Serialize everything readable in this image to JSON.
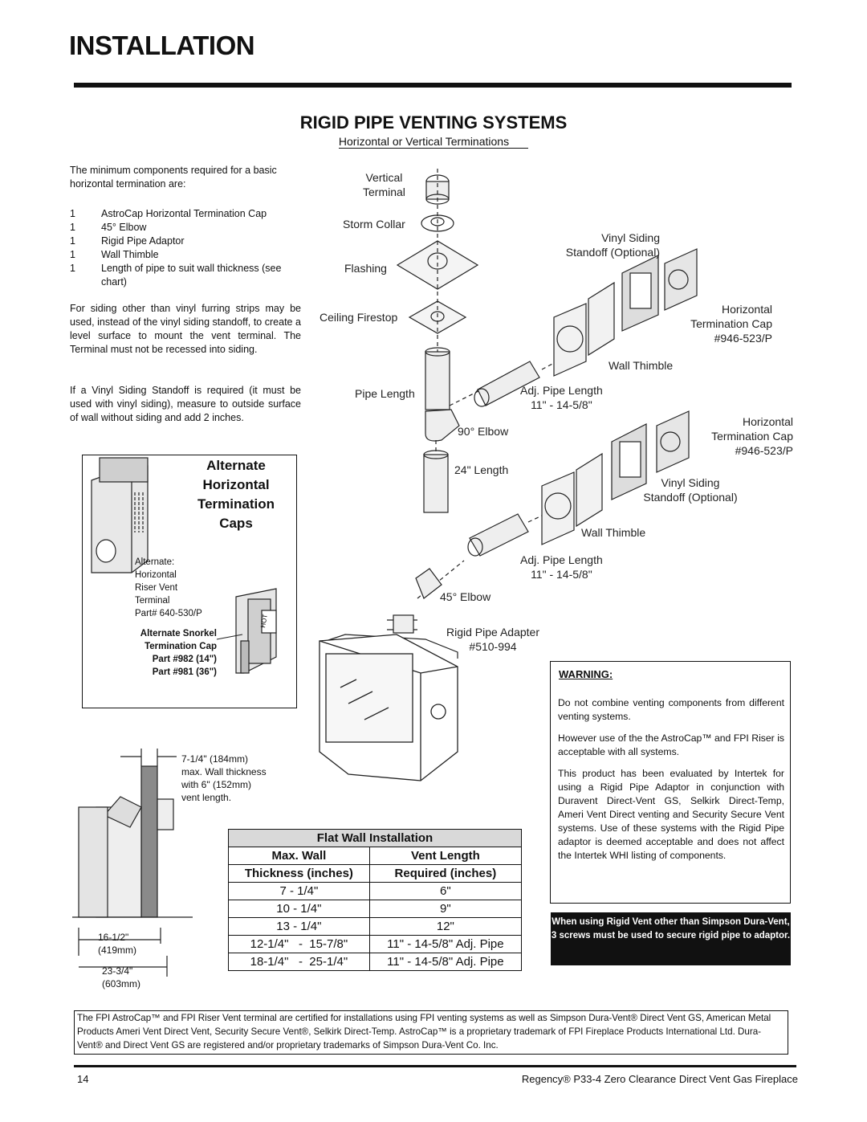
{
  "header": {
    "title": "INSTALLATION"
  },
  "section": {
    "title": "RIGID PIPE VENTING SYSTEMS",
    "subtitle": "Horizontal or Vertical Terminations"
  },
  "intro": "The minimum components required for a basic horizontal termination are:",
  "components": [
    {
      "qty": "1",
      "text": "AstroCap  Horizontal Termination Cap"
    },
    {
      "qty": "1",
      "text": "45° Elbow"
    },
    {
      "qty": "1",
      "text": "Rigid Pipe Adaptor"
    },
    {
      "qty": "1",
      "text": "Wall Thimble"
    },
    {
      "qty": "1",
      "text": "Length of pipe to suit wall thickness (see chart)"
    }
  ],
  "siding_text": "For siding other than vinyl furring strips may be used, instead of the vinyl siding standoff, to create a level surface to mount the vent terminal. The Terminal must not be recessed into siding.",
  "standoff_text": "If a Vinyl Siding Standoff is required (it must be used with vinyl siding), measure to outside surface of wall without siding and add 2 inches.",
  "alt_box": {
    "title_lines": [
      "Alternate",
      "Horizontal",
      "Termination",
      "Caps"
    ],
    "riser_lines": [
      "Alternate:",
      "Horizontal",
      "Riser Vent",
      "Terminal",
      "Part# 640-530/P"
    ],
    "snorkel_lines": [
      "Alternate Snorkel",
      "Termination Cap",
      "Part #982 (14\")",
      "Part #981 (36\")"
    ],
    "hot": "HOT"
  },
  "diagram_labels": {
    "vertical_terminal": [
      "Vertical",
      "Terminal"
    ],
    "storm_collar": "Storm Collar",
    "flashing": "Flashing",
    "ceiling_firestop": "Ceiling Firestop",
    "pipe_length": "Pipe Length",
    "elbow90": "90° Elbow",
    "length24": "24\" Length",
    "adj1": [
      "Adj. Pipe Length",
      "11\" - 14-5/8\""
    ],
    "vinyl1": [
      "Vinyl Siding",
      "Standoff (Optional)"
    ],
    "horiz1": [
      "Horizontal",
      "Termination Cap",
      "#946-523/P"
    ],
    "thimble1": "Wall Thimble",
    "horiz2": [
      "Horizontal",
      "Termination Cap",
      "#946-523/P"
    ],
    "vinyl2": [
      "Vinyl Siding",
      "Standoff (Optional)"
    ],
    "thimble2": "Wall Thimble",
    "adj2": [
      "Adj. Pipe Length",
      "11\" - 14-5/8\""
    ],
    "elbow45": "45° Elbow",
    "adapter": [
      "Rigid Pipe Adapter",
      "#510-994"
    ]
  },
  "wall_diagram": {
    "thickness": [
      "7-1/4\" (184mm)",
      "max. Wall thickness",
      "with 6\" (152mm)",
      "vent length."
    ],
    "dim1": [
      "16-1/2\"",
      "(419mm)"
    ],
    "dim2": [
      "23-3/4\"",
      "(603mm)"
    ]
  },
  "flat_table": {
    "caption": "Flat Wall Installation",
    "headers": [
      [
        "Max. Wall",
        "Thickness (inches)"
      ],
      [
        "Vent Length",
        "Required (inches)"
      ]
    ],
    "rows": [
      [
        "7 - 1/4\"",
        "6\""
      ],
      [
        "10 - 1/4\"",
        "9\""
      ],
      [
        "13 - 1/4\"",
        "12\""
      ],
      [
        "12-1/4\"   -  15-7/8\"",
        "11\" - 14-5/8\" Adj. Pipe"
      ],
      [
        "18-1/4\"   -  25-1/4\"",
        "11\" - 14-5/8\" Adj. Pipe"
      ]
    ]
  },
  "warning": {
    "heading": "WARNING:",
    "p1": "Do not combine venting components from different venting systems.",
    "p2": "However use of the the AstroCap™ and FPI Riser is acceptable with all systems.",
    "p3": "This product has been evaluated by Intertek for using a Rigid Pipe Adaptor in conjunction with Duravent Direct-Vent GS, Selkirk Direct-Temp, Ameri Vent Direct venting and Security Secure Vent systems. Use of these systems with the Rigid Pipe adaptor is deemed acceptable and does not affect the Intertek WHI listing of components."
  },
  "note": "When using Rigid Vent other than Simpson Dura-Vent, 3 screws must be used to secure rigid pipe to adaptor.",
  "footer_note": "The FPI AstroCap™ and FPI Riser Vent terminal are certified for installations using FPI venting systems as well as Simpson Dura-Vent® Direct Vent GS, American Metal Products Ameri Vent Direct Vent, Security Secure Vent®, Selkirk Direct-Temp. AstroCap™ is a proprietary trademark of FPI Fireplace Products International Ltd. Dura-Vent® and Direct Vent GS are registered and/or proprietary trademarks of Simpson Dura-Vent Co. Inc.",
  "page": {
    "number": "14",
    "doc_title": "Regency® P33-4 Zero Clearance Direct Vent Gas Fireplace"
  }
}
